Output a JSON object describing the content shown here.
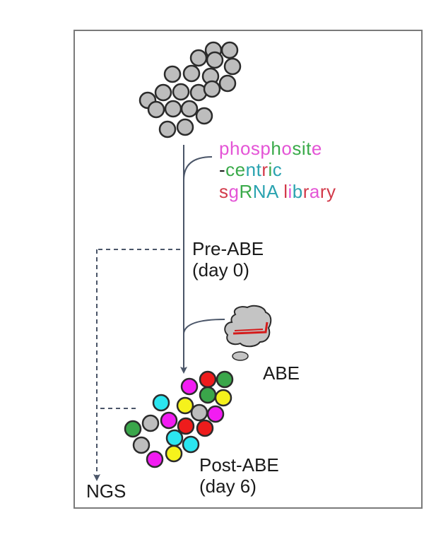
{
  "library_label": {
    "lines": [
      [
        {
          "t": "p",
          "c": "#e455d6"
        },
        {
          "t": "h",
          "c": "#e455d6"
        },
        {
          "t": "o",
          "c": "#e455d6"
        },
        {
          "t": "s",
          "c": "#e455d6"
        },
        {
          "t": "p",
          "c": "#e455d6"
        },
        {
          "t": "h",
          "c": "#3aaa4a"
        },
        {
          "t": "o",
          "c": "#e455d6"
        },
        {
          "t": "s",
          "c": "#3aaa4a"
        },
        {
          "t": "i",
          "c": "#3aaa4a"
        },
        {
          "t": "t",
          "c": "#3aaa4a"
        },
        {
          "t": "e",
          "c": "#e455d6"
        }
      ],
      [
        {
          "t": "-",
          "c": "#1a1a1a"
        },
        {
          "t": "c",
          "c": "#3aaa4a"
        },
        {
          "t": "e",
          "c": "#3aaa4a"
        },
        {
          "t": "n",
          "c": "#2aa3b0"
        },
        {
          "t": "t",
          "c": "#2aa3b0"
        },
        {
          "t": "r",
          "c": "#d23a4a"
        },
        {
          "t": "i",
          "c": "#3aaa4a"
        },
        {
          "t": "c",
          "c": "#2aa3b0"
        }
      ],
      [
        {
          "t": "s",
          "c": "#d23a4a"
        },
        {
          "t": "g",
          "c": "#e455d6"
        },
        {
          "t": "R",
          "c": "#3aaa4a"
        },
        {
          "t": "N",
          "c": "#2aa3b0"
        },
        {
          "t": "A",
          "c": "#2aa3b0"
        },
        {
          "t": " ",
          "c": "#1a1a1a"
        },
        {
          "t": "l",
          "c": "#d23a4a"
        },
        {
          "t": "i",
          "c": "#e455d6"
        },
        {
          "t": "b",
          "c": "#2aa3b0"
        },
        {
          "t": "r",
          "c": "#d23a4a"
        },
        {
          "t": "a",
          "c": "#e455d6"
        },
        {
          "t": "r",
          "c": "#d23a4a"
        },
        {
          "t": "y",
          "c": "#d23a4a"
        }
      ]
    ]
  },
  "pre_abe": {
    "line1": "Pre-ABE",
    "line2": "(day 0)"
  },
  "abe_label": "ABE",
  "post_abe": {
    "line1": "Post-ABE",
    "line2": "(day 6)"
  },
  "ngs_label": "NGS",
  "colors": {
    "gray": "#bdbdbd",
    "red": "#ee1c1c",
    "green": "#3aa64a",
    "yellow": "#f5f21c",
    "magenta": "#f21cf2",
    "cyan": "#2be6f0",
    "outline": "#2b2b2b",
    "arrow": "#4a5568",
    "frame": "#7a7a7a"
  },
  "cell_cluster_before": [
    "gray",
    "gray",
    "gray",
    "gray",
    "gray",
    "gray",
    "gray",
    "gray",
    "gray",
    "gray",
    "gray",
    "gray",
    "gray",
    "gray",
    "gray",
    "gray",
    "gray",
    "gray",
    "gray",
    "gray"
  ],
  "cell_cluster_after": [
    "magenta",
    "red",
    "green",
    "green",
    "yellow",
    "cyan",
    "yellow",
    "gray",
    "magenta",
    "magenta",
    "red",
    "red",
    "green",
    "gray",
    "cyan",
    "cyan",
    "gray",
    "yellow",
    "magenta"
  ]
}
